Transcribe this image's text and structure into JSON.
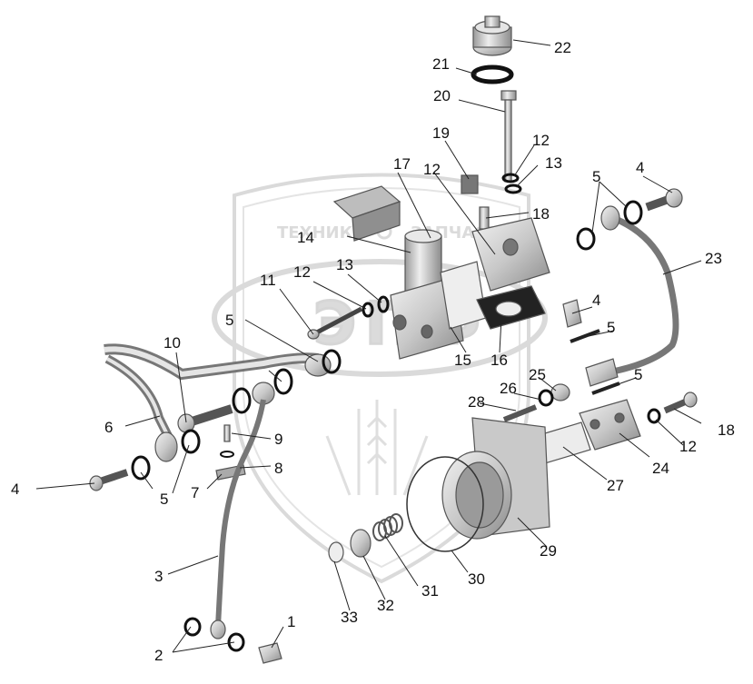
{
  "watermark": {
    "text_left": "ТЕХНИКА",
    "text_right": "ЗАПЧАСТИ",
    "logo": "ЭПФ"
  },
  "colors": {
    "part_fill": "#d9d9d9",
    "part_stroke": "#555555",
    "leader": "#222222",
    "label": "#111111",
    "watermark": "#dcdcdc"
  },
  "callouts": [
    "1",
    "2",
    "3",
    "4",
    "5",
    "6",
    "7",
    "8",
    "9",
    "10",
    "11",
    "12",
    "13",
    "14",
    "15",
    "16",
    "17",
    "18",
    "19",
    "20",
    "21",
    "22",
    "23",
    "24",
    "25",
    "26",
    "27",
    "28",
    "29",
    "30",
    "31",
    "32",
    "33"
  ]
}
